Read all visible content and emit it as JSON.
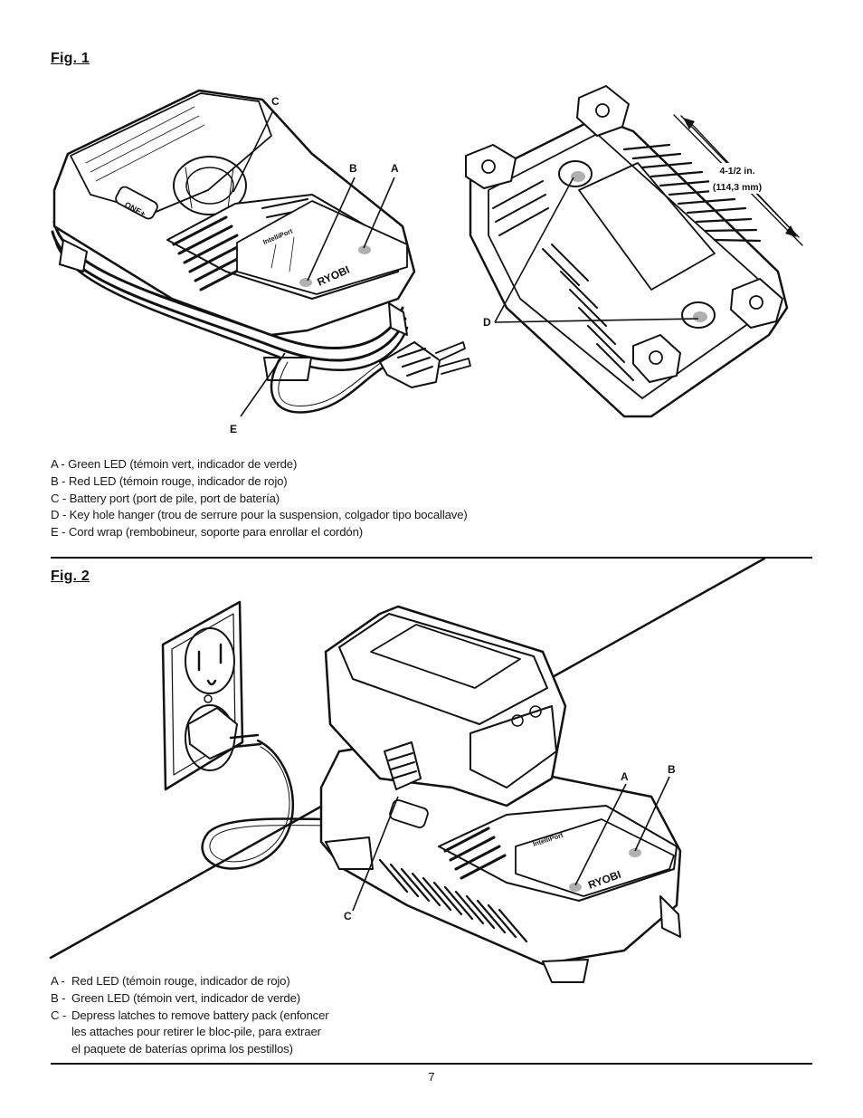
{
  "fig1": {
    "title": "Fig. 1",
    "callouts": {
      "a": "A",
      "b": "B",
      "c": "C",
      "d": "D",
      "e": "E"
    },
    "dimension": {
      "line1": "4-1/2 in.",
      "line2": "(114,3 mm)"
    },
    "brand": "RYOBI",
    "panel_label": "IntelliPort",
    "badge": "ONE+",
    "legend": [
      "A - Green LED (témoin vert, indicador de verde)",
      "B - Red LED (témoin rouge, indicador de rojo)",
      "C - Battery port (port de pile, port de batería)",
      "D - Key hole hanger (trou de serrure pour la suspension, colgador tipo bocallave)",
      "E - Cord wrap (rembobineur, soporte para enrollar el cordón)"
    ]
  },
  "fig2": {
    "title": "Fig. 2",
    "callouts": {
      "a": "A",
      "b": "B",
      "c": "C"
    },
    "brand": "RYOBI",
    "panel_label": "IntelliPort",
    "legend": [
      {
        "key": "A -",
        "text": "Red LED (témoin rouge, indicador de rojo)"
      },
      {
        "key": "B -",
        "text": "Green LED (témoin vert, indicador de verde)"
      },
      {
        "key": "C -",
        "text": "Depress latches to remove battery pack (enfoncer"
      },
      {
        "key": "",
        "text": "les attaches pour retirer le bloc-pile, para extraer"
      },
      {
        "key": "",
        "text": "el paquete de baterías oprima los pestillos)"
      }
    ]
  },
  "page_number": "7",
  "colors": {
    "ink": "#111111",
    "led": "#b0b0b0",
    "body": "#ffffff"
  }
}
